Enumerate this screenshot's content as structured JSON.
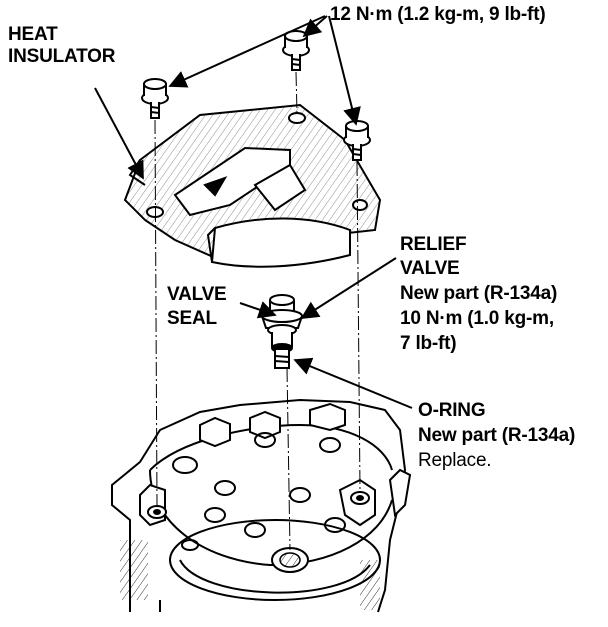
{
  "labels": {
    "torque_top": "12 N·m (1.2 kg-m, 9 lb-ft)",
    "heat_insulator_1": "HEAT",
    "heat_insulator_2": "INSULATOR",
    "relief_valve_1": "RELIEF",
    "relief_valve_2": "VALVE",
    "relief_valve_3": "New part (R-134a)",
    "relief_valve_4": "10 N·m (1.0 kg-m,",
    "relief_valve_5": "7 lb-ft)",
    "valve_seal_1": "VALVE",
    "valve_seal_2": "SEAL",
    "oring_1": "O-RING",
    "oring_2": "New part (R-134a)",
    "oring_3": "Replace."
  },
  "colors": {
    "ink": "#000000",
    "paper": "#ffffff"
  },
  "icons": {
    "bolt": "flange-bolt-icon",
    "valve": "relief-valve-icon"
  }
}
